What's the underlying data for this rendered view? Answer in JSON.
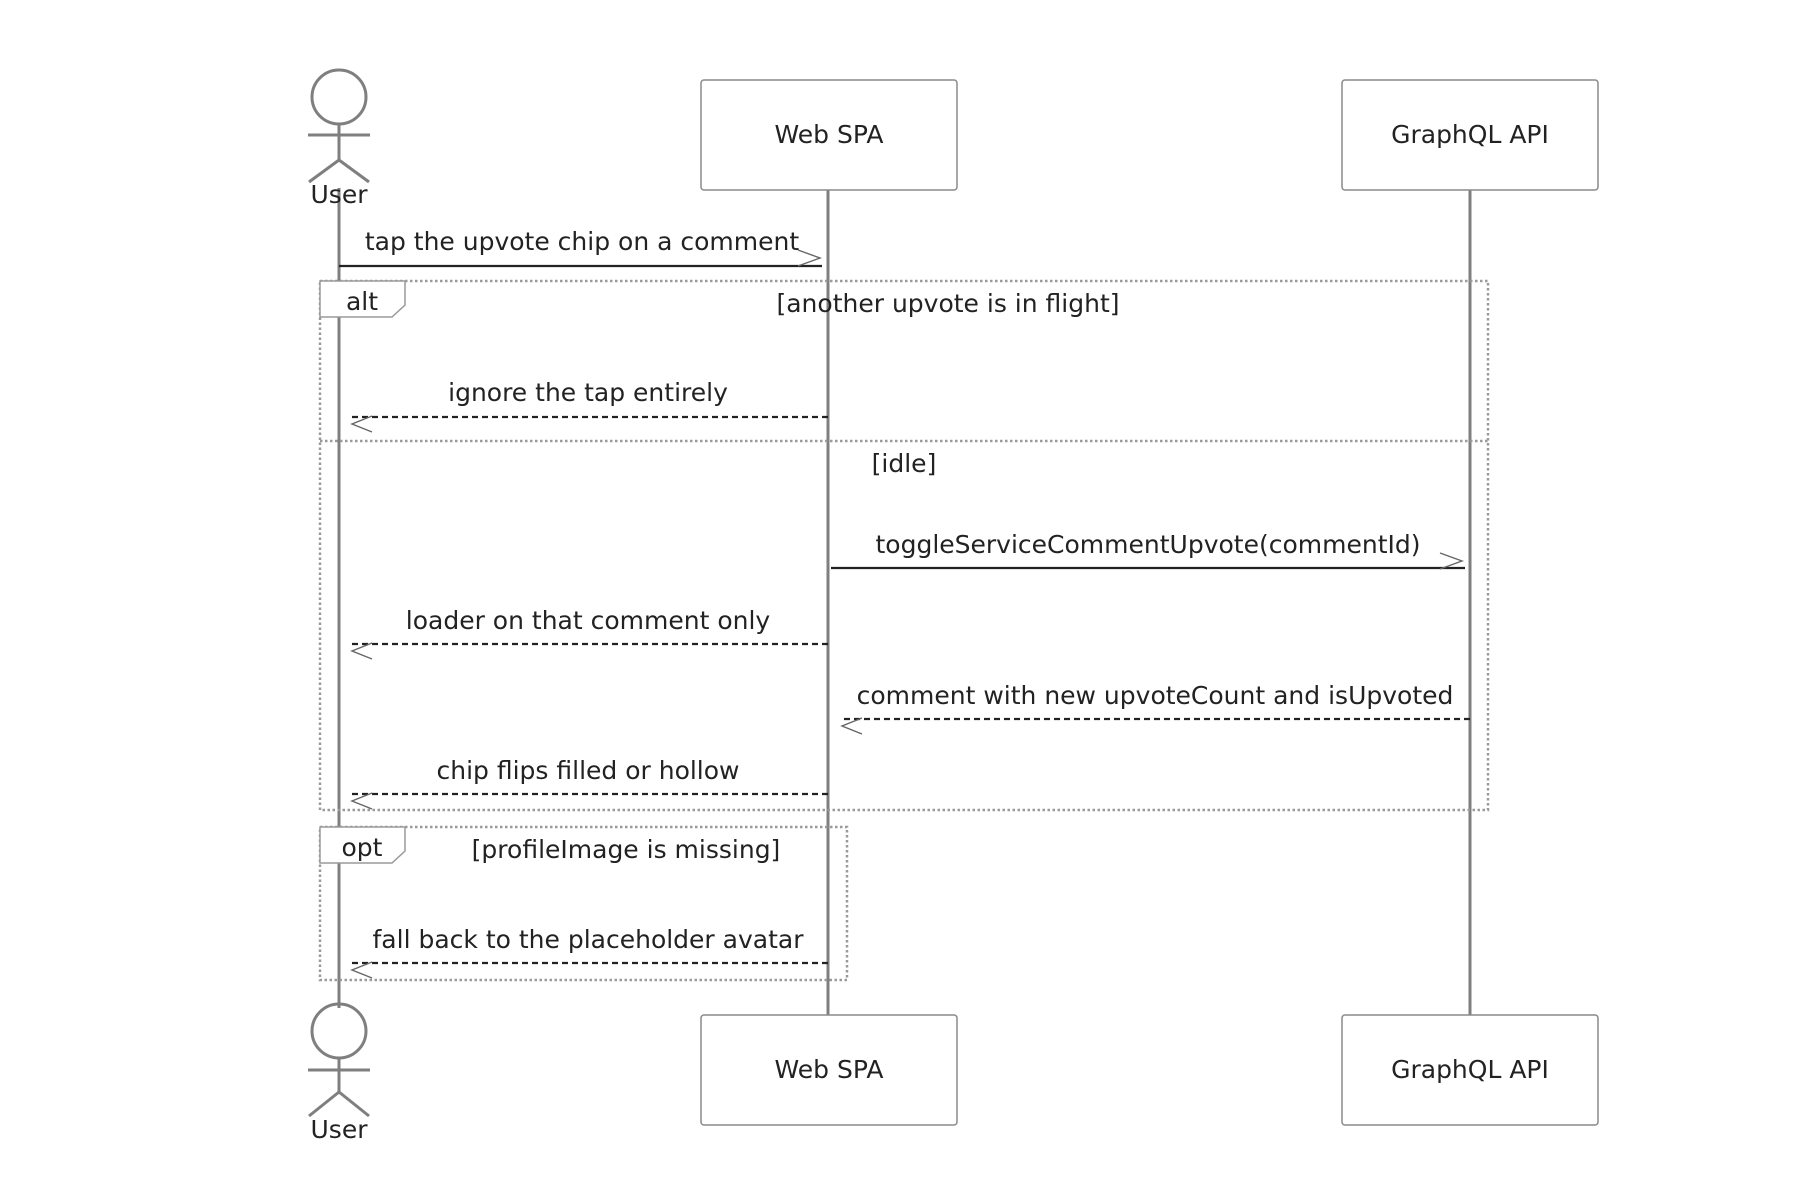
{
  "participants": {
    "user": "User",
    "web_spa": "Web SPA",
    "graphql_api": "GraphQL API"
  },
  "messages": [
    {
      "from": "user",
      "to": "web_spa",
      "text": "tap the upvote chip on a comment",
      "style": "solid"
    },
    {
      "from": "web_spa",
      "to": "user",
      "text": "ignore the tap entirely",
      "style": "dashed"
    },
    {
      "from": "web_spa",
      "to": "graphql_api",
      "text": "toggleServiceCommentUpvote(commentId)",
      "style": "solid"
    },
    {
      "from": "web_spa",
      "to": "user",
      "text": "loader on that comment only",
      "style": "dashed"
    },
    {
      "from": "graphql_api",
      "to": "web_spa",
      "text": "comment with new upvoteCount and isUpvoted",
      "style": "dashed"
    },
    {
      "from": "web_spa",
      "to": "user",
      "text": "chip flips filled or hollow",
      "style": "dashed"
    },
    {
      "from": "web_spa",
      "to": "user",
      "text": "fall back to the placeholder avatar",
      "style": "dashed"
    }
  ],
  "fragments": {
    "alt": {
      "label": "alt",
      "condition": "[another upvote is in flight]",
      "else_condition": "[idle]"
    },
    "opt": {
      "label": "opt",
      "condition": "[profileImage is missing]"
    }
  }
}
